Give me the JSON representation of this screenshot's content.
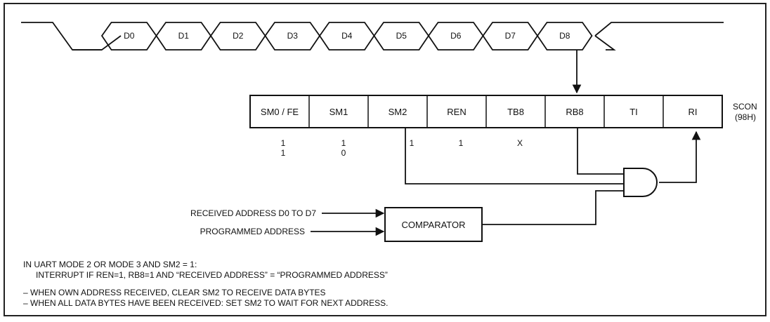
{
  "data_bits": [
    "D0",
    "D1",
    "D2",
    "D3",
    "D4",
    "D5",
    "D6",
    "D7",
    "D8"
  ],
  "register": {
    "name": "SCON",
    "address": "(98H)",
    "bits": [
      "SM0 / FE",
      "SM1",
      "SM2",
      "REN",
      "TB8",
      "RB8",
      "TI",
      "RI"
    ]
  },
  "mode_values": {
    "sm0_row1": "1",
    "sm0_row2": "1",
    "sm1_row1": "1",
    "sm1_row2": "0",
    "sm2": "1",
    "ren": "1",
    "tb8": "X"
  },
  "inputs": {
    "received_address": "RECEIVED ADDRESS D0 TO D7",
    "programmed_address": "PROGRAMMED ADDRESS"
  },
  "comparator_label": "COMPARATOR",
  "notes": {
    "line1": "IN UART MODE 2 OR MODE 3 AND SM2 = 1:",
    "line2": "INTERRUPT IF REN=1, RB8=1 AND “RECEIVED ADDRESS” = “PROGRAMMED ADDRESS”",
    "line3": "– WHEN OWN ADDRESS RECEIVED,  CLEAR SM2 TO RECEIVE DATA BYTES",
    "line4": "– WHEN ALL DATA BYTES HAVE BEEN RECEIVED: SET SM2 TO WAIT FOR NEXT ADDRESS."
  }
}
